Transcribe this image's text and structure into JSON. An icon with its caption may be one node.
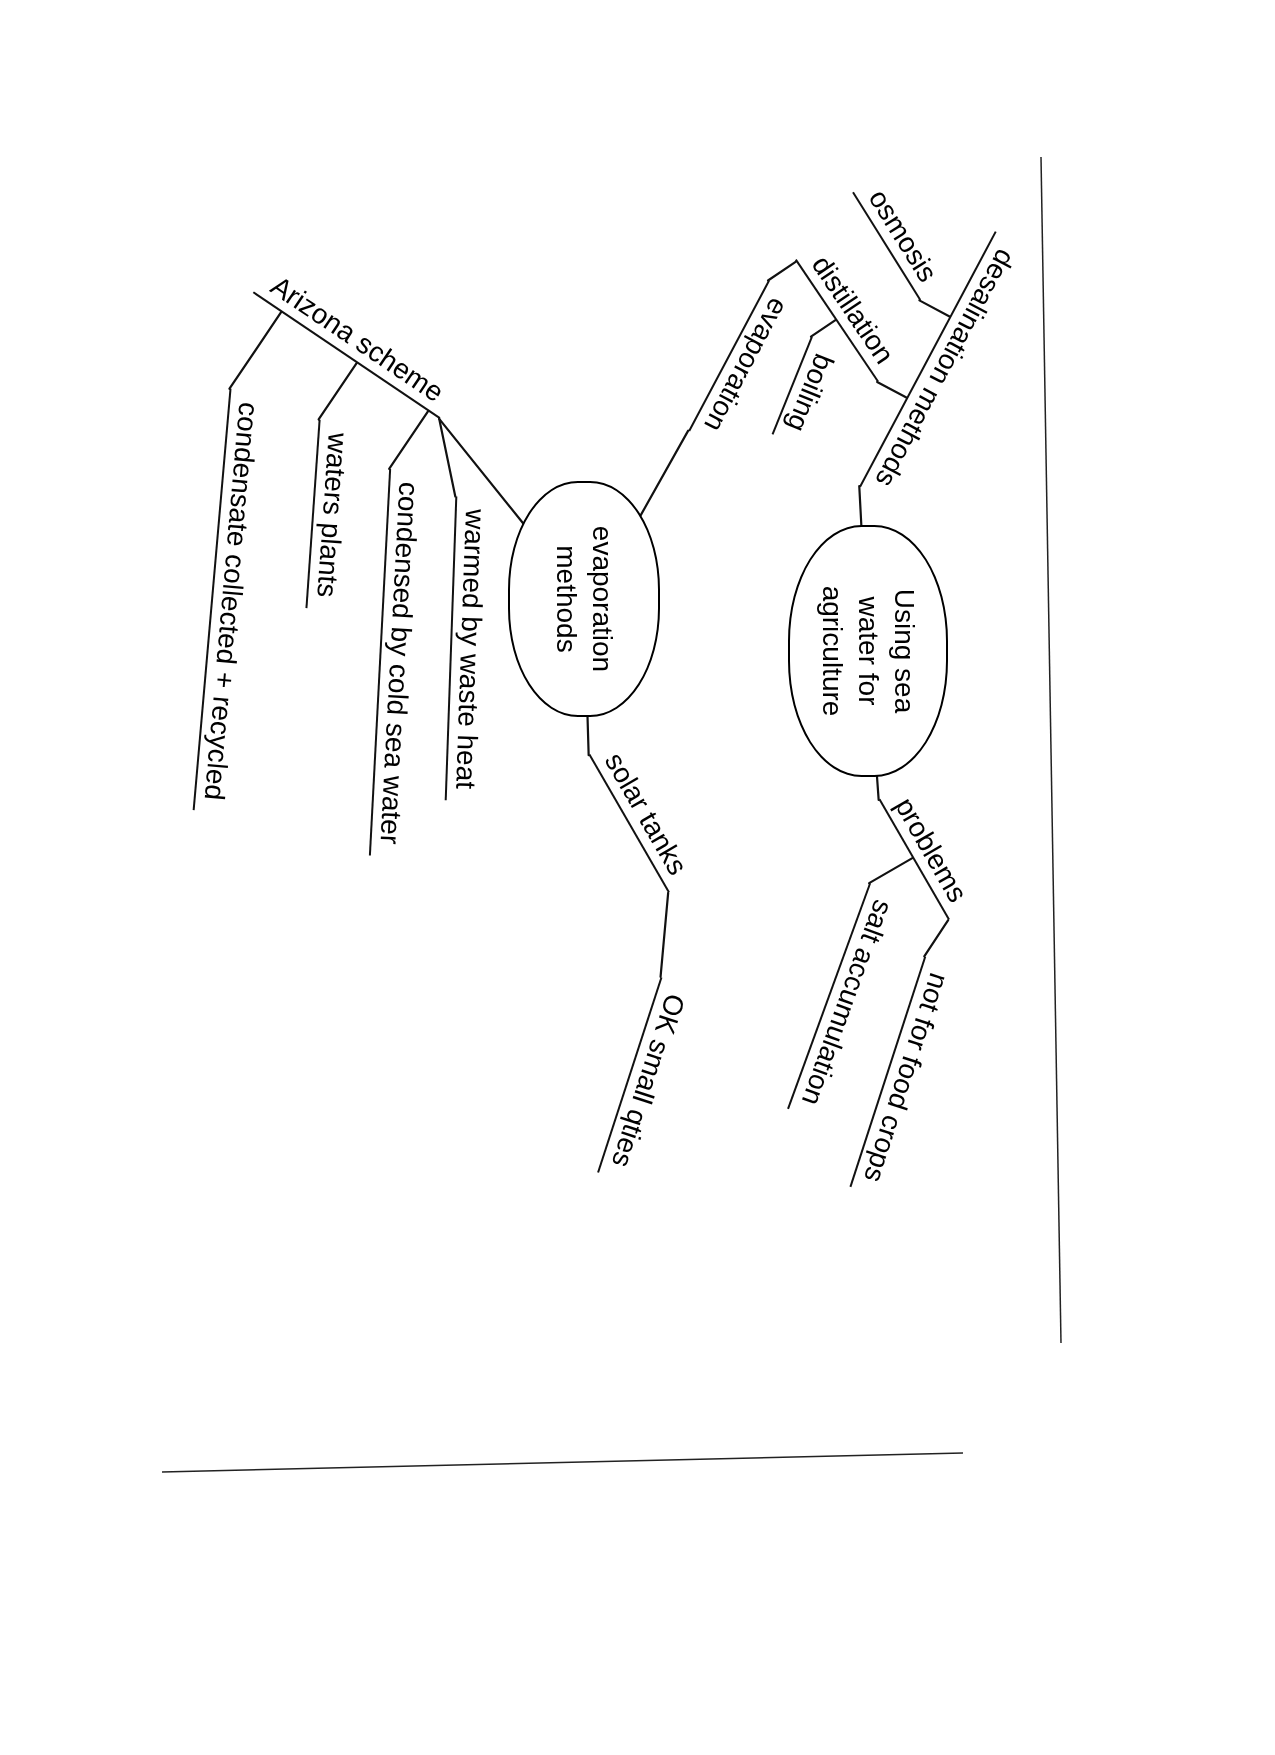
{
  "diagram": {
    "nodes": [
      {
        "text": [
          "Using sea water for agriculture"
        ]
      },
      {
        "text": [
          "desalination methods"
        ]
      },
      {
        "text": [
          "osmosis"
        ]
      },
      {
        "text": [
          "distillation"
        ]
      },
      {
        "text": [
          "boiling"
        ]
      },
      {
        "text": [
          "evaporation"
        ]
      },
      {
        "text": [
          "problems"
        ]
      },
      {
        "text": [
          "salt accumulation"
        ]
      },
      {
        "text": [
          "not for food crops"
        ]
      },
      {
        "text": [
          "evaporation methods"
        ]
      },
      {
        "text": [
          "solar tanks"
        ]
      },
      {
        "text": [
          "OK small qties"
        ]
      },
      {
        "text": [
          "Arizona scheme"
        ]
      },
      {
        "text": [
          "warmed by waste heat"
        ]
      },
      {
        "text": [
          "condensed by cold sea water"
        ]
      },
      {
        "text": [
          "waters plants"
        ]
      },
      {
        "text": [
          "condensate collected + recycled"
        ]
      }
    ],
    "edges": [
      {
        "from": 0,
        "to": 1,
        "arrow": "none"
      },
      {
        "from": 1,
        "to": 2,
        "arrow": "none"
      },
      {
        "from": 1,
        "to": 3,
        "arrow": "none"
      },
      {
        "from": 3,
        "to": 4,
        "arrow": "none"
      },
      {
        "from": 3,
        "to": 5,
        "arrow": "none"
      },
      {
        "from": 5,
        "to": 9,
        "arrow": "none"
      },
      {
        "from": 0,
        "to": 6,
        "arrow": "none"
      },
      {
        "from": 6,
        "to": 7,
        "arrow": "none"
      },
      {
        "from": 6,
        "to": 8,
        "arrow": "none"
      },
      {
        "from": 9,
        "to": 10,
        "arrow": "none"
      },
      {
        "from": 10,
        "to": 11,
        "arrow": "none"
      },
      {
        "from": 9,
        "to": 12,
        "arrow": "none"
      },
      {
        "from": 12,
        "to": 13,
        "arrow": "none"
      },
      {
        "from": 12,
        "to": 14,
        "arrow": "none"
      },
      {
        "from": 12,
        "to": 15,
        "arrow": "none"
      },
      {
        "from": 12,
        "to": 16,
        "arrow": "none"
      }
    ]
  }
}
